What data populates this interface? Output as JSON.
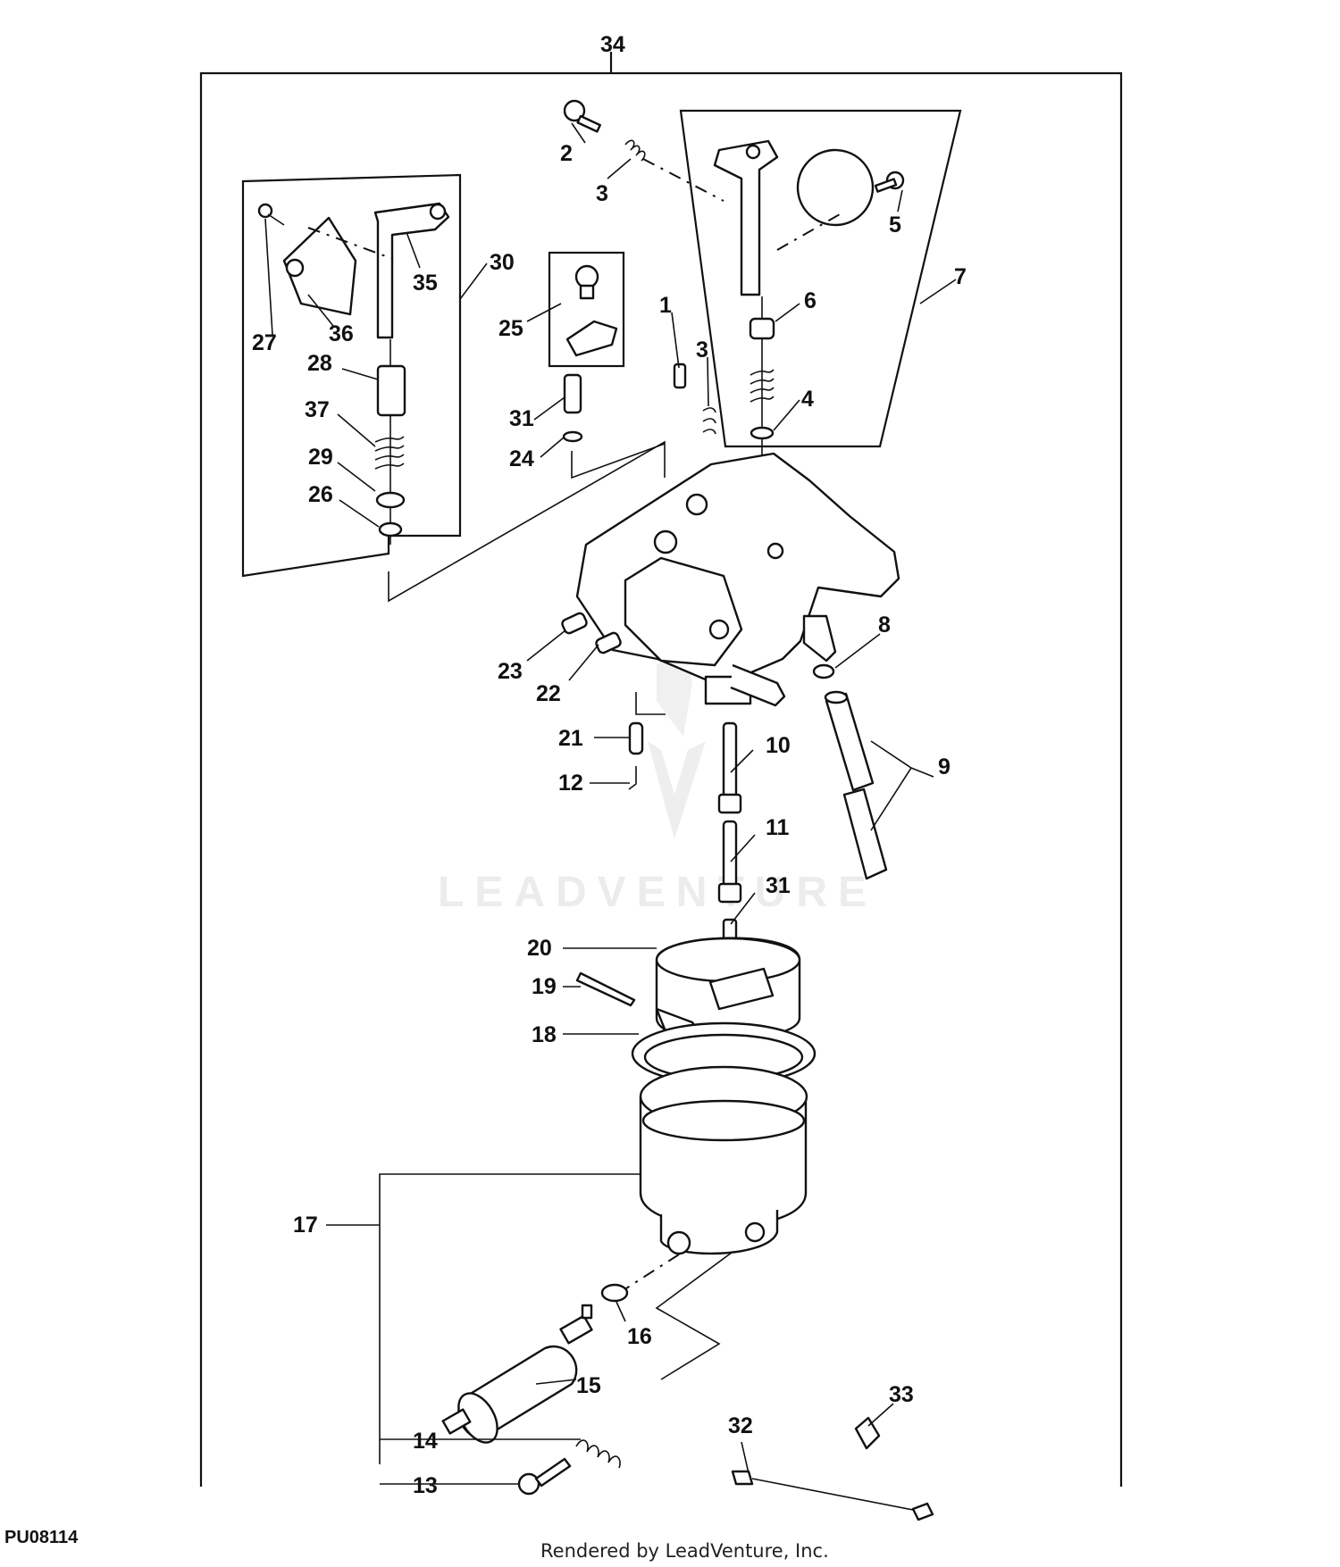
{
  "diagram": {
    "figure_id": "PU08114",
    "credit": "Rendered by LeadVenture, Inc.",
    "watermark": "LEADVENTURE",
    "callouts": [
      "34",
      "2",
      "3",
      "5",
      "7",
      "30",
      "35",
      "27",
      "36",
      "25",
      "1",
      "3",
      "6",
      "4",
      "28",
      "37",
      "29",
      "26",
      "31",
      "24",
      "8",
      "23",
      "22",
      "21",
      "10",
      "9",
      "12",
      "11",
      "31",
      "20",
      "19",
      "18",
      "17",
      "16",
      "15",
      "14",
      "13",
      "32",
      "33"
    ]
  }
}
